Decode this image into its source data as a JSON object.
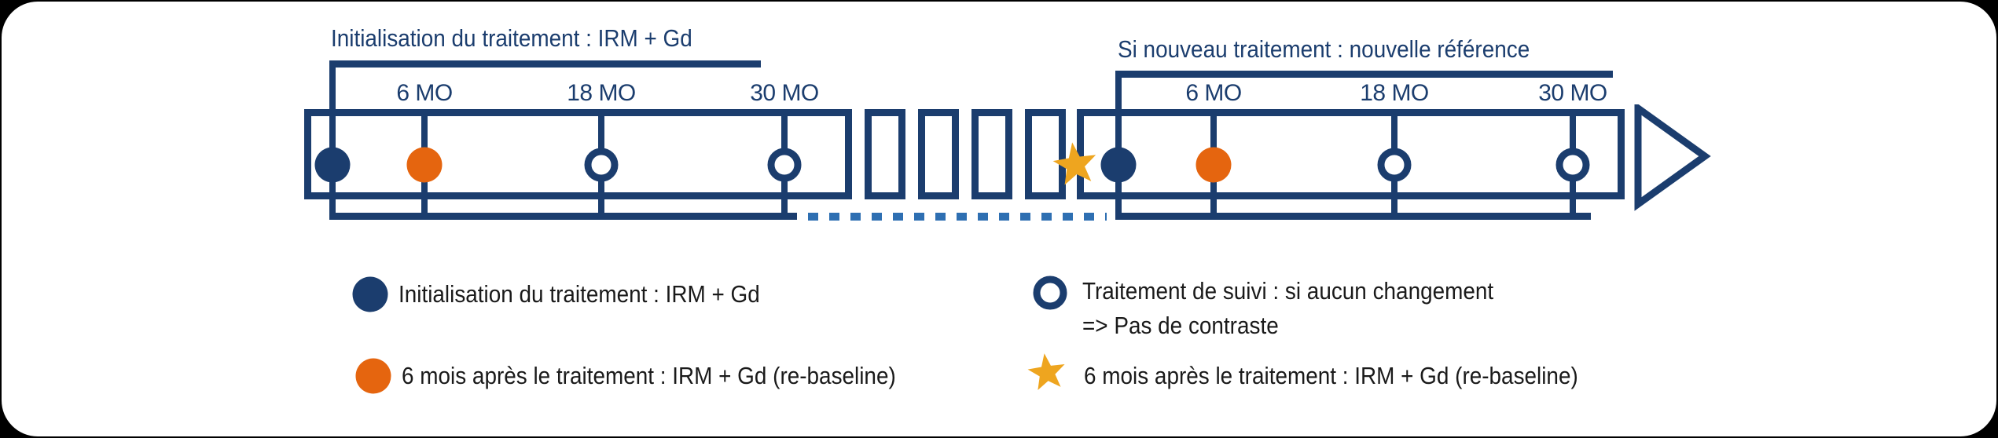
{
  "colors": {
    "navy": "#1b3d6e",
    "orange": "#e5650f",
    "gold": "#eea51f",
    "dotted_blue": "#2e6fb2",
    "legend_text": "#1a1a1a",
    "card_background": "#ffffff",
    "page_background": "#000000"
  },
  "timeline": {
    "initial_segment": {
      "title": "Initialisation du traitement : IRM + Gd",
      "months": [
        "6 MO",
        "18 MO",
        "30 MO"
      ]
    },
    "new_treatment_segment": {
      "title": "Si nouveau traitement : nouvelle référence",
      "months": [
        "6 MO",
        "18 MO",
        "30 MO"
      ]
    }
  },
  "legend": {
    "items": [
      {
        "marker": "navy-filled-circle",
        "label": "Initialisation du traitement : IRM + Gd"
      },
      {
        "marker": "orange-filled-circle",
        "label": "6 mois après le traitement : IRM + Gd (re-baseline)"
      },
      {
        "marker": "open-circle",
        "label": "Traitement de suivi : si aucun changement",
        "label_line2": "=> Pas de contraste"
      },
      {
        "marker": "gold-star",
        "label": "6 mois après le traitement : IRM + Gd (re-baseline)"
      }
    ]
  }
}
